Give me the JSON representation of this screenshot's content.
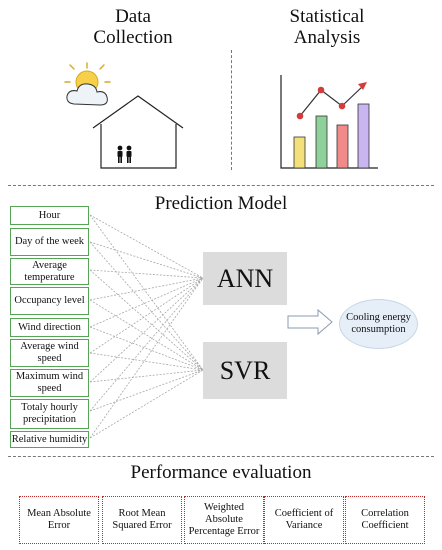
{
  "header": {
    "data_collection_title": "Data Collection",
    "statistical_analysis_title": "Statistical Analysis"
  },
  "prediction": {
    "title": "Prediction Model",
    "inputs": [
      "Hour",
      "Day of the week",
      "Average temperature",
      "Occupancy level",
      "Wind direction",
      "Average wind speed",
      "Maximum wind speed",
      "Totaly hourly precipitation",
      "Relative humidity"
    ],
    "models": [
      "ANN",
      "SVR"
    ],
    "output": "Cooling energy consumption"
  },
  "performance": {
    "title": "Performance evaluation",
    "metrics": [
      "Mean Absolute Error",
      "Root Mean Squared Error",
      "Weighted Absolute Percentage Error",
      "Coefficient of Variance",
      "Correlation Coefficient"
    ]
  },
  "colors": {
    "input_border": "#55a555",
    "model_fill": "#dcdcdc",
    "output_fill": "#e6eff8",
    "metric_border": "#c0282a",
    "bars": [
      "#f3e07a",
      "#8fd19a",
      "#f28a8a",
      "#c9b6f0"
    ],
    "line": "#d43b3b"
  }
}
